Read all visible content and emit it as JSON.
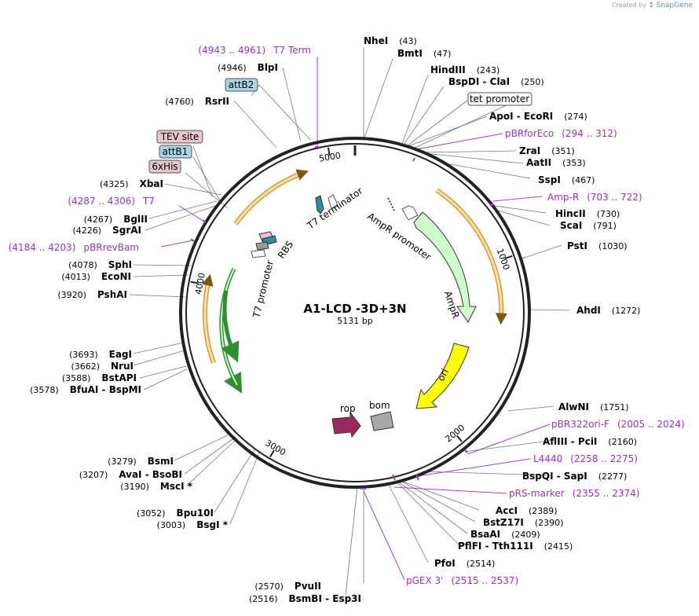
{
  "credit": {
    "prefix": "Created by",
    "brand": "SnapGene"
  },
  "plasmid": {
    "name": "A1-LCD -3D+3N",
    "size": "5131 bp",
    "length": 5131
  },
  "ticks": [
    {
      "label": "1000",
      "pos": 1000
    },
    {
      "label": "2000",
      "pos": 2000
    },
    {
      "label": "3000",
      "pos": 3000
    },
    {
      "label": "4000",
      "pos": 4000
    },
    {
      "label": "5000",
      "pos": 5000
    }
  ],
  "features": [
    {
      "id": "t7-terminator",
      "label": "T7 terminator",
      "color": "#2a8f9a"
    },
    {
      "id": "rbs",
      "label": "RBS",
      "color": "#f0f0f0"
    },
    {
      "id": "t7-promoter",
      "label": "T7 promoter",
      "color": "#ffffff"
    },
    {
      "id": "ampr-promoter",
      "label": "AmpR promoter",
      "color": "#ffffff"
    },
    {
      "id": "ampr",
      "label": "AmpR",
      "color": "#ccffcc"
    },
    {
      "id": "ori",
      "label": "ori",
      "color": "#ffff00"
    },
    {
      "id": "rop",
      "label": "rop",
      "color": "#9a2a5a"
    },
    {
      "id": "bom",
      "label": "bom",
      "color": "#a6a8ac"
    }
  ],
  "boxed_labels": [
    {
      "id": "t7-term-box",
      "label": "attB2",
      "color": "#a8d4e4"
    },
    {
      "id": "attb1",
      "label": "attB1",
      "color": "#a8d4e4"
    },
    {
      "id": "tev",
      "label": "TEV site",
      "color": "#e8c4cc"
    },
    {
      "id": "his",
      "label": "6xHis",
      "color": "#e8c4cc"
    },
    {
      "id": "tet",
      "label": "tet promoter",
      "color": "#ffffff"
    }
  ],
  "sites": {
    "right": [
      {
        "name": "NheI",
        "pos": "(43)"
      },
      {
        "name": "BmtI",
        "pos": "(47)"
      },
      {
        "name": "HindIII",
        "pos": "(243)"
      },
      {
        "name": "BspDI  -  ClaI",
        "pos": "(250)"
      },
      {
        "name": "ApoI  -  EcoRI",
        "pos": "(274)"
      },
      {
        "name": "ZraI",
        "pos": "(351)"
      },
      {
        "name": "AatII",
        "pos": "(353)"
      },
      {
        "name": "SspI",
        "pos": "(467)"
      },
      {
        "name": "HincII",
        "pos": "(730)"
      },
      {
        "name": "ScaI",
        "pos": "(791)"
      },
      {
        "name": "PstI",
        "pos": "(1030)"
      },
      {
        "name": "AhdI",
        "pos": "(1272)"
      },
      {
        "name": "AlwNI",
        "pos": "(1751)"
      },
      {
        "name": "AflIII  -  PciI",
        "pos": "(2160)"
      },
      {
        "name": "BspQI  -  SapI",
        "pos": "(2277)"
      },
      {
        "name": "AccI",
        "pos": "(2389)"
      },
      {
        "name": "BstZ17I",
        "pos": "(2390)"
      },
      {
        "name": "BsaAI",
        "pos": "(2409)"
      },
      {
        "name": "PflFI  -  Tth111I",
        "pos": "(2415)"
      },
      {
        "name": "PfoI",
        "pos": "(2514)"
      }
    ],
    "left": [
      {
        "name": "BlpI",
        "pos": "(4946)"
      },
      {
        "name": "RsrII",
        "pos": "(4760)"
      },
      {
        "name": "XbaI",
        "pos": "(4325)"
      },
      {
        "name": "BglII",
        "pos": "(4267)"
      },
      {
        "name": "SgrAI",
        "pos": "(4226)"
      },
      {
        "name": "SphI",
        "pos": "(4078)"
      },
      {
        "name": "EcoNI",
        "pos": "(4013)"
      },
      {
        "name": "PshAI",
        "pos": "(3920)"
      },
      {
        "name": "EagI",
        "pos": "(3693)"
      },
      {
        "name": "NruI",
        "pos": "(3662)"
      },
      {
        "name": "BstAPI",
        "pos": "(3588)"
      },
      {
        "name": "BfuAI  -  BspMI",
        "pos": "(3578)"
      },
      {
        "name": "BsmI",
        "pos": "(3279)"
      },
      {
        "name": "AvaI  -  BsoBI",
        "pos": "(3207)"
      },
      {
        "name": "MscI *",
        "pos": "(3190)"
      },
      {
        "name": "Bpu10I",
        "pos": "(3052)"
      },
      {
        "name": "BsgI *",
        "pos": "(3003)"
      },
      {
        "name": "PvuII",
        "pos": "(2570)"
      },
      {
        "name": "BsmBI  -  Esp3I",
        "pos": "(2516)"
      }
    ]
  },
  "primers": [
    {
      "name": "T7 Term",
      "range": "(4943 .. 4961)"
    },
    {
      "name": "T7",
      "range": "(4287 .. 4306)"
    },
    {
      "name": "pBRrevBam",
      "range": "(4184 .. 4203)"
    },
    {
      "name": "pBRforEco",
      "range": "(294 .. 312)"
    },
    {
      "name": "Amp-R",
      "range": "(703 .. 722)"
    },
    {
      "name": "pBR322ori-F",
      "range": "(2005 .. 2024)"
    },
    {
      "name": "L4440",
      "range": "(2258 .. 2275)"
    },
    {
      "name": "pRS-marker",
      "range": "(2355 .. 2374)"
    },
    {
      "name": "pGEX 3'",
      "range": "(2515 .. 2537)"
    }
  ]
}
